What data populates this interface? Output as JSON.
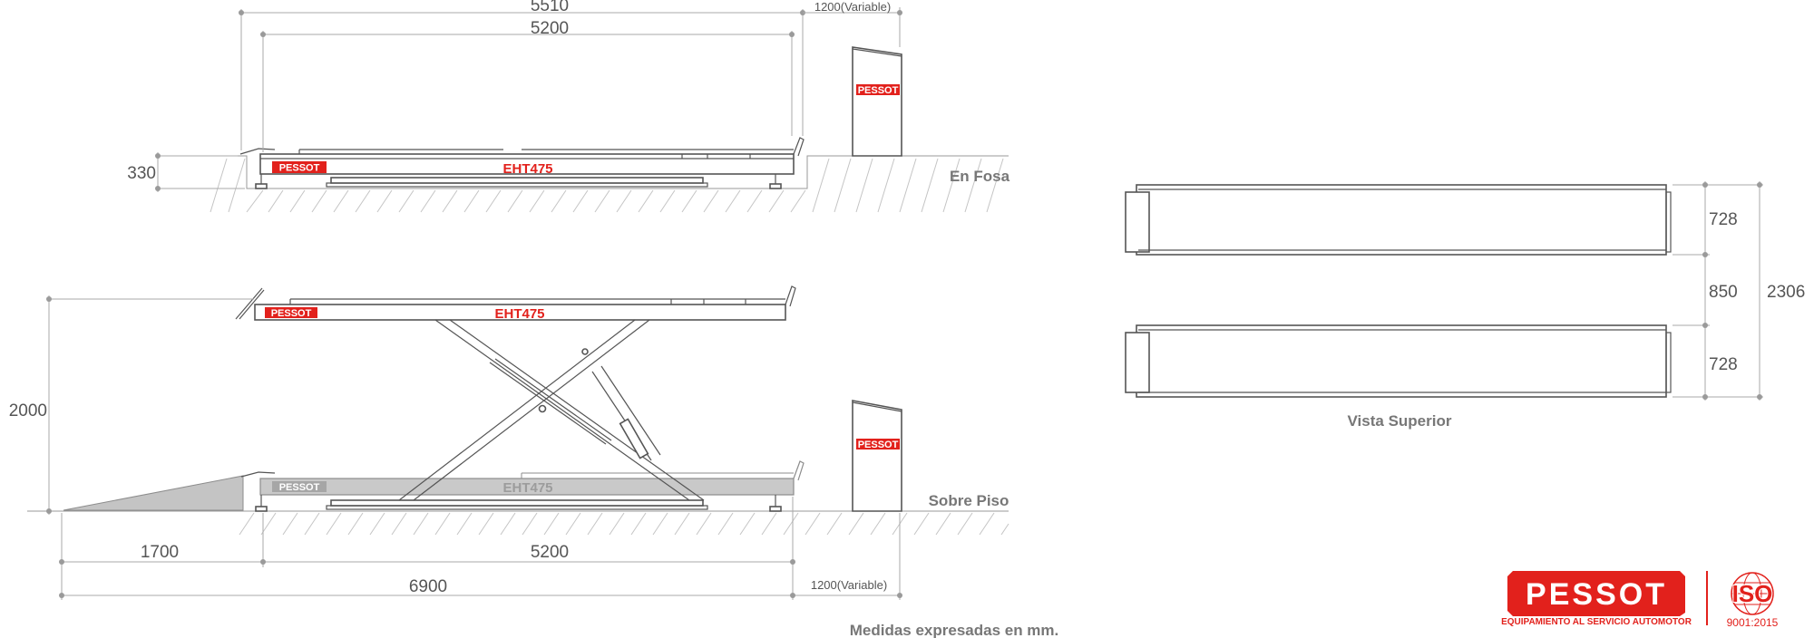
{
  "pit_view": {
    "caption": "En Fosa",
    "dim_total": "5510",
    "dim_platform": "5200",
    "dim_console": "1200(Variable)",
    "dim_depth": "330",
    "lift_brand": "PESSOT",
    "lift_model": "EHT475",
    "console_brand": "PESSOT"
  },
  "floor_view": {
    "caption": "Sobre Piso",
    "dim_height": "2000",
    "dim_ramp": "1700",
    "dim_platform": "5200",
    "dim_total": "6900",
    "dim_console": "1200(Variable)",
    "lift_brand": "PESSOT",
    "lift_model": "EHT475",
    "lowered_brand": "PESSOT",
    "lowered_model": "EHT475",
    "console_brand": "PESSOT"
  },
  "top_view": {
    "caption": "Vista Superior",
    "dim_runway_1": "728",
    "dim_gap": "850",
    "dim_runway_2": "728",
    "dim_total": "2306"
  },
  "footer_note": "Medidas expresadas en mm.",
  "logo": {
    "brand": "PESSOT",
    "tagline": "EQUIPAMIENTO AL SERVICIO AUTOMOTOR",
    "iso_mark": "ISO",
    "iso_number": "9001:2015",
    "brand_color": "#e2211c"
  }
}
